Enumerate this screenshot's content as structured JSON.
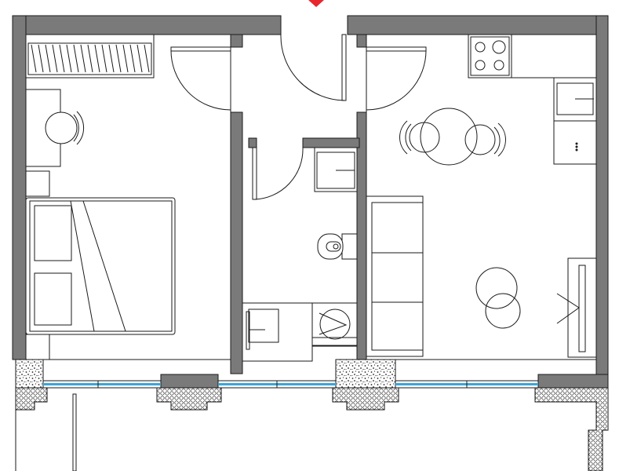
{
  "plan": {
    "colors": {
      "background": "#ffffff",
      "wall": "#7a7a7a",
      "line": "#1a1a1a",
      "glass": "#3aa6d8",
      "entry_marker": "#e8262e",
      "hatch": "#555555"
    },
    "rooms": [
      "bedroom",
      "hallway",
      "bathroom",
      "living-kitchen",
      "balcony"
    ],
    "furniture": [
      "wardrobe",
      "desk",
      "desk-chair",
      "nightstand",
      "double-bed",
      "washbasin",
      "toilet",
      "shower-tray",
      "washing-machine",
      "cooktop",
      "kitchen-sink",
      "dishwasher",
      "dining-table",
      "dining-chair",
      "sofa",
      "lounge-chair",
      "tv-console"
    ],
    "doors": [
      "entrance-door",
      "bedroom-door",
      "living-door",
      "bathroom-door"
    ],
    "windows": [
      "window-bedroom",
      "window-hall",
      "window-living"
    ],
    "icons": {
      "entry": "entry-marker-icon",
      "hob": "cooktop-burner-icon",
      "drain": "drain-icon"
    }
  }
}
